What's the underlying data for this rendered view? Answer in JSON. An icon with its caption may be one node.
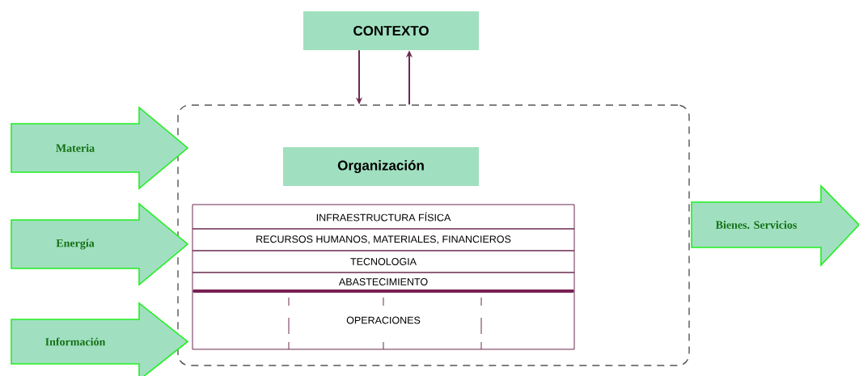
{
  "diagram": {
    "nodes": [
      {
        "text": [
          "CONTEXTO"
        ]
      },
      {
        "text": [],
        "shape": "box"
      },
      {
        "text": [
          "Organización"
        ],
        "in": 1
      },
      {
        "text": [
          "INFRAESTRUCTURA FÍSICA"
        ],
        "in": 1
      },
      {
        "text": [
          "RECURSOS HUMANOS, MATERIALES, FINANCIEROS"
        ],
        "in": 1
      },
      {
        "text": [
          "TECNOLOGIA"
        ],
        "in": 1
      },
      {
        "text": [
          "ABASTECIMIENTO"
        ],
        "in": 1
      },
      {
        "text": [
          "OPERACIONES"
        ],
        "in": 1
      },
      {
        "text": [
          "Materia"
        ]
      },
      {
        "text": [
          "Energía"
        ]
      },
      {
        "text": [
          "Información"
        ]
      },
      {
        "text": [
          "Bienes. Servicios"
        ]
      }
    ],
    "edges": [
      {
        "from": 0,
        "to": 1,
        "arrow": "to"
      },
      {
        "from": 1,
        "to": 0,
        "arrow": "to"
      }
    ]
  }
}
